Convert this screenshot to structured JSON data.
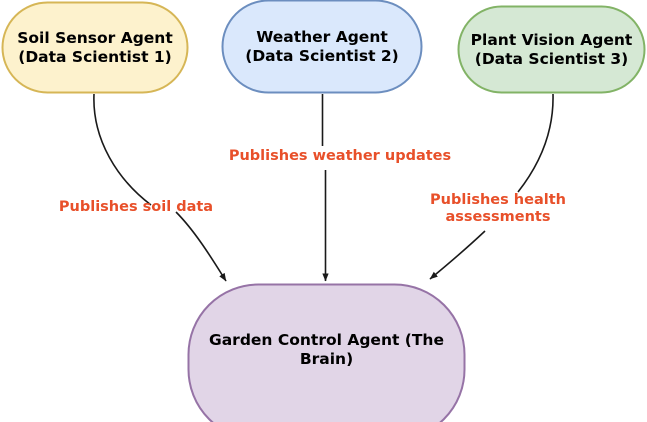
{
  "diagram": {
    "type": "flowchart",
    "direction": "top-to-bottom",
    "nodes": [
      {
        "id": "soil_sensor_agent",
        "label": "Soil Sensor Agent\n(Data Scientist 1)",
        "shape": "stadium",
        "fill": "#fdf2cd",
        "stroke": "#d6b656"
      },
      {
        "id": "weather_agent",
        "label": "Weather Agent\n(Data Scientist 2)",
        "shape": "stadium",
        "fill": "#dae8fc",
        "stroke": "#6c8ebf"
      },
      {
        "id": "plant_vision_agent",
        "label": "Plant Vision Agent\n(Data Scientist 3)",
        "shape": "stadium",
        "fill": "#d5e8d4",
        "stroke": "#82b366"
      },
      {
        "id": "garden_control_agent",
        "label": "Garden Control Agent (The\nBrain)",
        "shape": "stadium",
        "fill": "#e1d5e7",
        "stroke": "#9673a6"
      }
    ],
    "edges": [
      {
        "id": "edge_soil",
        "from": "soil_sensor_agent",
        "to": "garden_control_agent",
        "label": "Publishes soil data",
        "label_color": "#e8502a",
        "stroke": "#1a1a1a",
        "arrow": "triangle"
      },
      {
        "id": "edge_weather",
        "from": "weather_agent",
        "to": "garden_control_agent",
        "label": "Publishes weather updates",
        "label_color": "#e8502a",
        "stroke": "#1a1a1a",
        "arrow": "triangle"
      },
      {
        "id": "edge_health",
        "from": "plant_vision_agent",
        "to": "garden_control_agent",
        "label": "Publishes health\nassessments",
        "label_color": "#e8502a",
        "stroke": "#1a1a1a",
        "arrow": "triangle"
      }
    ]
  },
  "colors": {
    "background": "#ffffff",
    "edge_label": "#e8502a",
    "edge_line": "#1a1a1a",
    "node_text": "#000000"
  }
}
